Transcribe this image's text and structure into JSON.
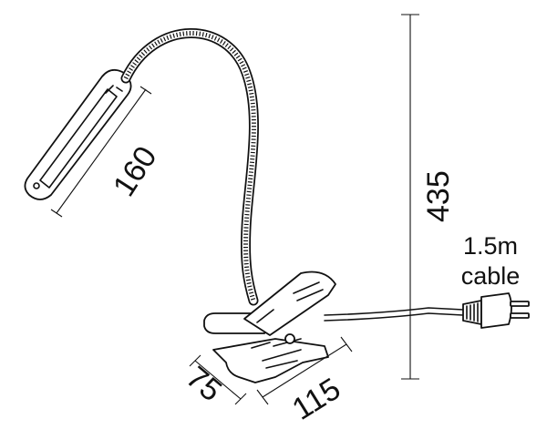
{
  "dimensions": {
    "head_length": "160",
    "total_height": "435",
    "clip_width": "75",
    "clip_length": "115"
  },
  "cable_note": {
    "length": "1.5m",
    "label": "cable"
  }
}
